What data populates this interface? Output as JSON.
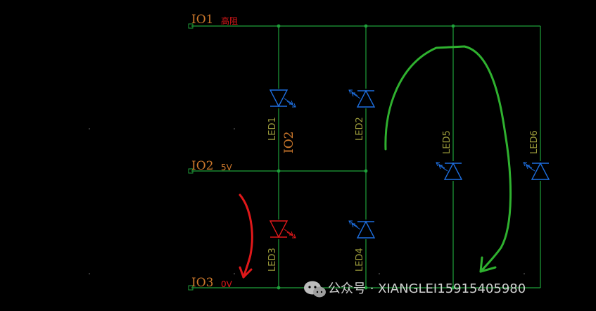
{
  "colors": {
    "background": "#000000",
    "wire": "#1fa03a",
    "led_outline": "#1e6fe0",
    "led_label": "#9a9a3a",
    "net_label": "#d07a2c",
    "note_red": "#e0181a",
    "arrow_green": "#2fb12f",
    "arrow_red": "#e0181a",
    "watermark": "#d0d0d0"
  },
  "nets": {
    "io1": {
      "name": "IO1",
      "note": "高阻"
    },
    "io2": {
      "name": "IO2",
      "note": "5V"
    },
    "io3": {
      "name": "IO3",
      "note": "0V"
    },
    "io2_vertical": "IO2"
  },
  "leds": [
    {
      "id": "led1",
      "label": "LED1",
      "direction": "down",
      "color": "#1e6fe0"
    },
    {
      "id": "led2",
      "label": "LED2",
      "direction": "up",
      "color": "#1e6fe0"
    },
    {
      "id": "led3",
      "label": "LED3",
      "direction": "down",
      "color": "#e0181a"
    },
    {
      "id": "led4",
      "label": "LED4",
      "direction": "up",
      "color": "#1e6fe0"
    },
    {
      "id": "led5",
      "label": "LED5",
      "direction": "up",
      "color": "#1e6fe0"
    },
    {
      "id": "led6",
      "label": "LED6",
      "direction": "up",
      "color": "#1e6fe0"
    }
  ],
  "watermark": {
    "icon": "wechat-icon",
    "text": "公众号 · XIANGLEI15915405980"
  }
}
